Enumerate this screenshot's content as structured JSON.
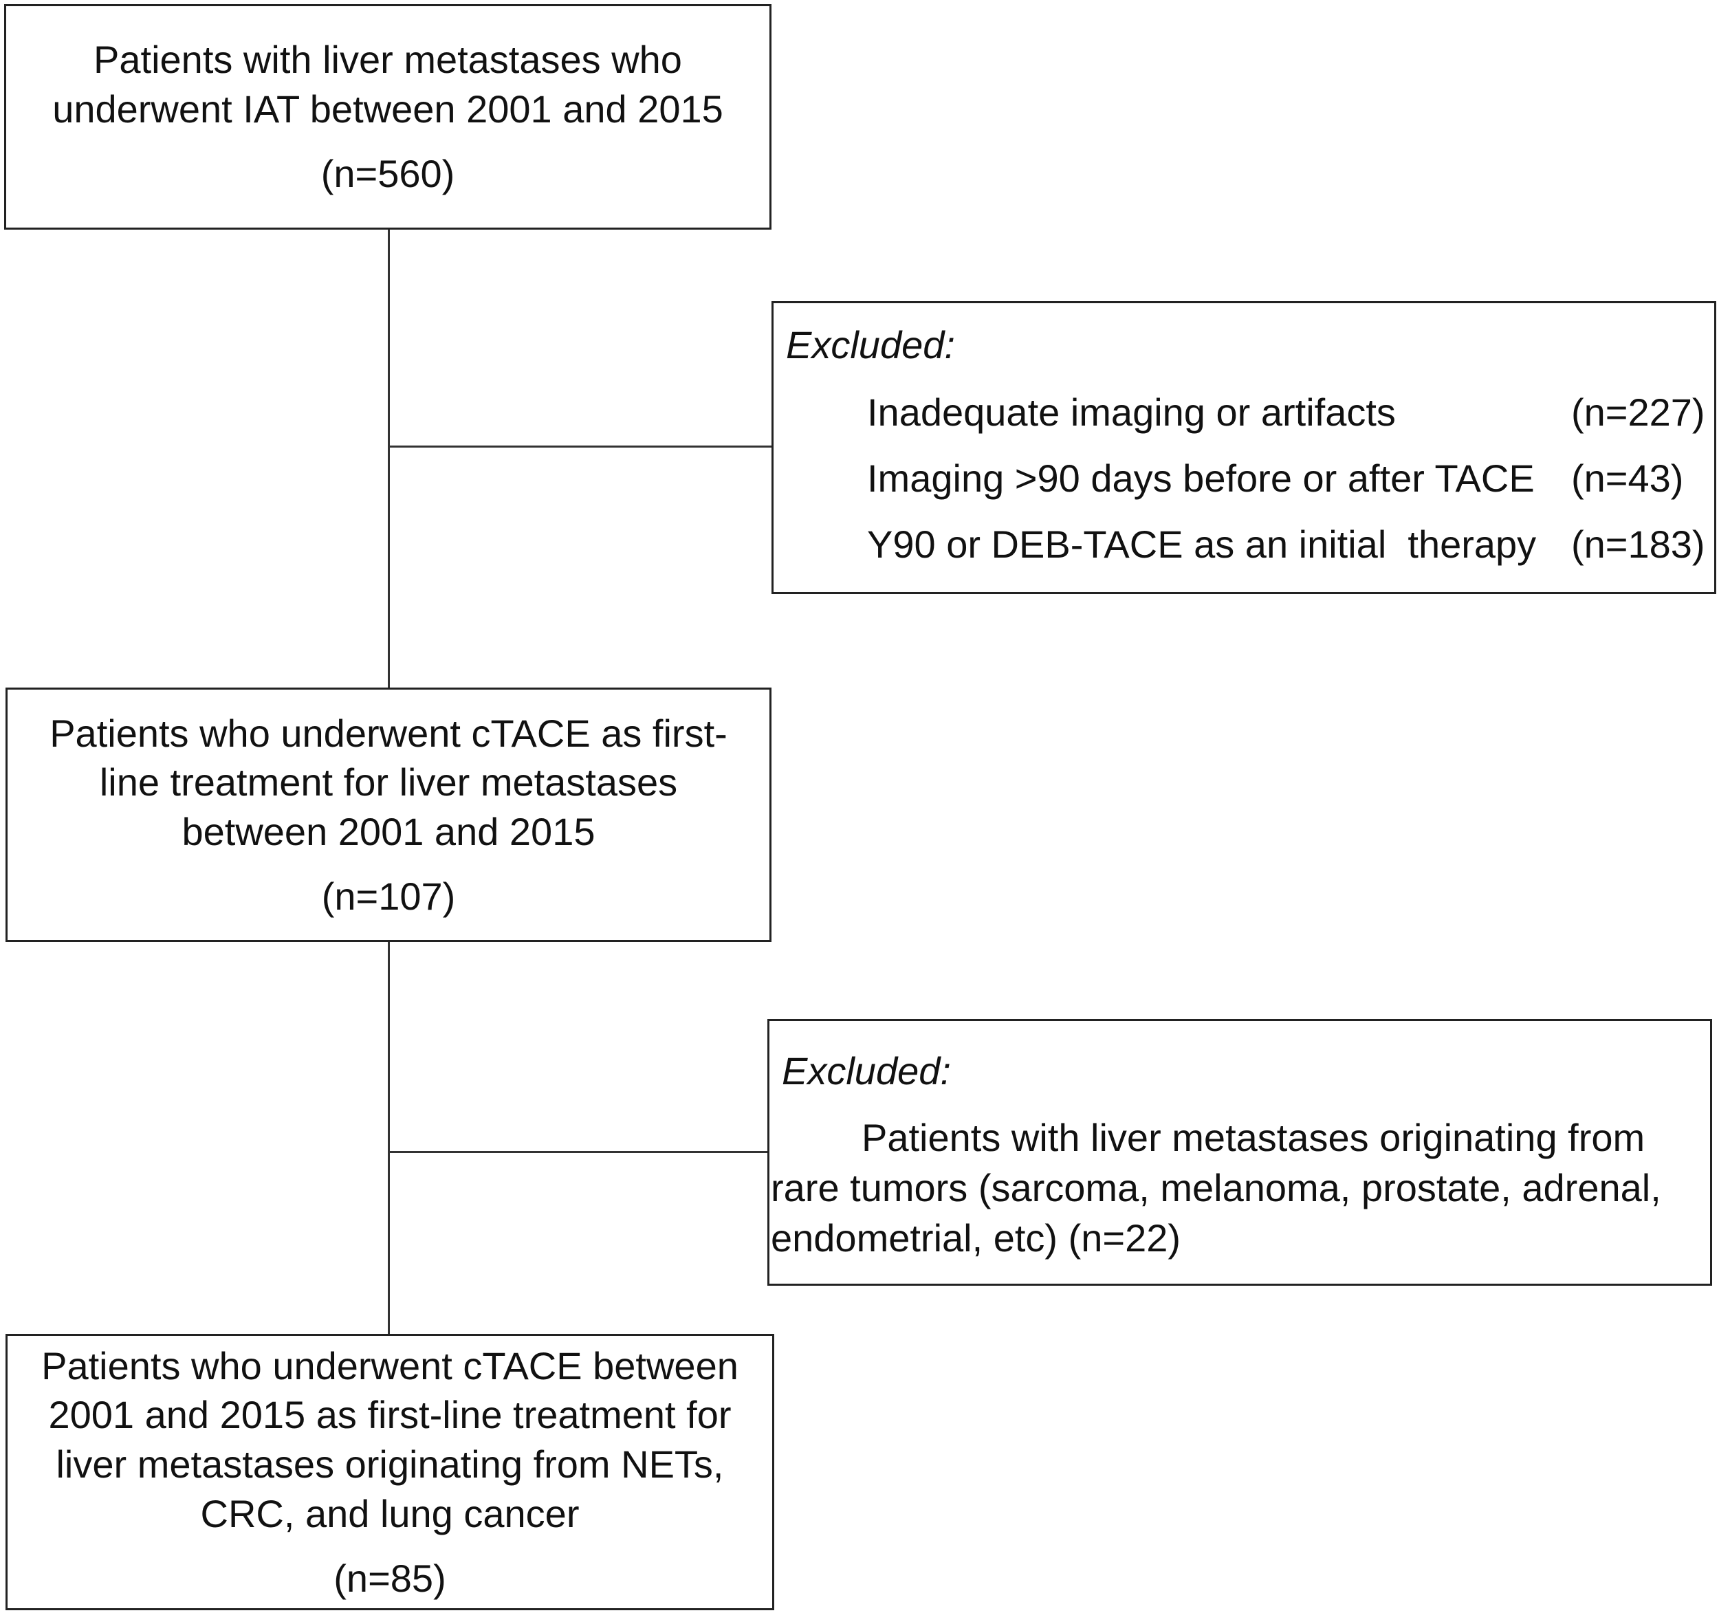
{
  "box1": {
    "line1": "Patients with liver metastases who",
    "line2": "underwent IAT between 2001 and 2015",
    "count": "(n=560)"
  },
  "exclusion1": {
    "title": "Excluded:",
    "rows": [
      {
        "reason": "Inadequate imaging or artifacts",
        "count": "(n=227)"
      },
      {
        "reason": "Imaging >90 days before or after TACE",
        "count": "(n=43)"
      },
      {
        "reason": "Y90 or DEB-TACE as an initial  therapy",
        "count": "(n=183)"
      }
    ]
  },
  "box2": {
    "line1": "Patients who underwent cTACE as first-",
    "line2": "line treatment for liver metastases",
    "line3": "between 2001 and 2015",
    "count": "(n=107)"
  },
  "exclusion2": {
    "title": "Excluded:",
    "line1": "Patients with liver metastases originating from",
    "line2": "rare tumors (sarcoma, melanoma, prostate, adrenal,",
    "line3": "endometrial, etc) (n=22)"
  },
  "box3": {
    "line1": "Patients who underwent cTACE between",
    "line2": "2001 and 2015 as first-line treatment for",
    "line3": "liver metastases originating from NETs,",
    "line4": "CRC, and lung cancer",
    "count": "(n=85)"
  }
}
